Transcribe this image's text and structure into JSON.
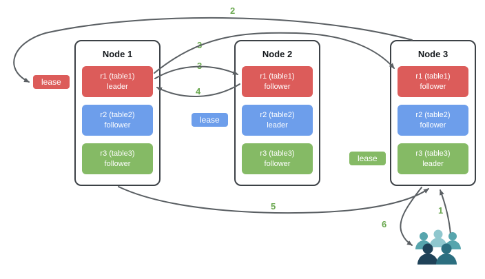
{
  "colors": {
    "red": "#dc5c5a",
    "blue": "#6d9eeb",
    "green": "#85ba65",
    "step_label": "#6aa84f",
    "arrow": "#5a5f63",
    "node_border": "#3c4146"
  },
  "icons": {
    "users": "user-group"
  },
  "nodes": [
    {
      "title": "Node 1",
      "replicas": [
        {
          "line1": "r1 (table1)",
          "line2": "leader",
          "color": "red"
        },
        {
          "line1": "r2 (table2)",
          "line2": "follower",
          "color": "blue"
        },
        {
          "line1": "r3 (table3)",
          "line2": "follower",
          "color": "green"
        }
      ]
    },
    {
      "title": "Node 2",
      "replicas": [
        {
          "line1": "r1 (table1)",
          "line2": "follower",
          "color": "red"
        },
        {
          "line1": "r2 (table2)",
          "line2": "leader",
          "color": "blue"
        },
        {
          "line1": "r3 (table3)",
          "line2": "follower",
          "color": "green"
        }
      ]
    },
    {
      "title": "Node 3",
      "replicas": [
        {
          "line1": "r1 (table1)",
          "line2": "follower",
          "color": "red"
        },
        {
          "line1": "r2 (table2)",
          "line2": "follower",
          "color": "blue"
        },
        {
          "line1": "r3 (table3)",
          "line2": "leader",
          "color": "green"
        }
      ]
    }
  ],
  "leases": [
    {
      "label": "lease",
      "color": "red"
    },
    {
      "label": "lease",
      "color": "blue"
    },
    {
      "label": "lease",
      "color": "green"
    }
  ],
  "steps": {
    "s1": "1",
    "s2": "2",
    "s3a": "3",
    "s3b": "3",
    "s4": "4",
    "s5": "5",
    "s6": "6"
  }
}
